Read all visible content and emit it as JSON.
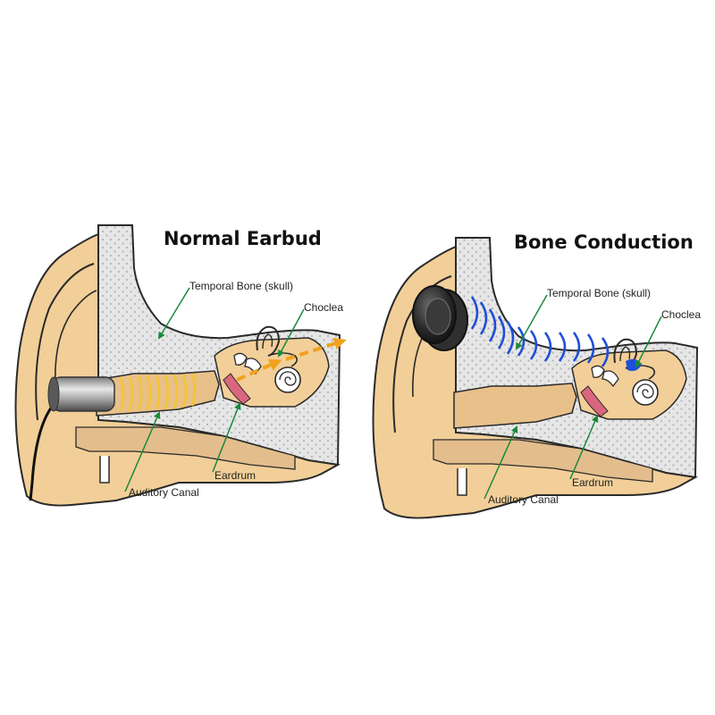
{
  "colors": {
    "skin": "#f2cf98",
    "skin_outline": "#2a2a2a",
    "bone": "#e6e6e6",
    "bone_dots": "#b4b4b4",
    "canal": "#d9b07a",
    "pointer": "#1a8a3a",
    "sound_wave_normal": "#f2c53d",
    "sound_arrow_normal": "#f0a21e",
    "vibration_wave_bone": "#1f4fd8",
    "eardrum": "#d8667f"
  },
  "panels": {
    "normal": {
      "title": "Normal Earbud",
      "labels": {
        "temporal_bone": "Temporal Bone (skull)",
        "choclea": "Choclea",
        "eardrum": "Eardrum",
        "auditory_canal": "Auditory Canal"
      }
    },
    "bone": {
      "title": "Bone Conduction",
      "labels": {
        "temporal_bone": "Temporal Bone (skull)",
        "choclea": "Choclea",
        "eardrum": "Eardrum",
        "auditory_canal": "Auditory Canal"
      }
    }
  }
}
